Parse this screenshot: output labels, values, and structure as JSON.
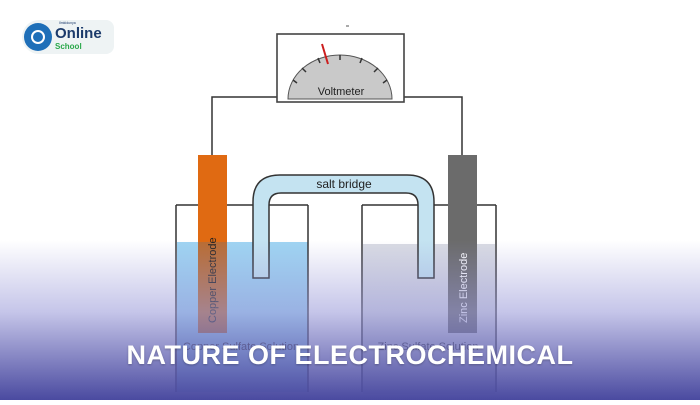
{
  "logo": {
    "tagline": "Ilmkidunya",
    "brand": "Online",
    "sub": "School"
  },
  "diagram": {
    "voltmeter_label": "Voltmeter",
    "salt_bridge_label": "salt bridge",
    "left_electrode_label": "Copper Electrode",
    "right_electrode_label": "Zinc Electrode",
    "left_solution_label": "Copper Sulfate Solution",
    "right_solution_label": "Zinc Sulfate Solution"
  },
  "colors": {
    "copper": "#e06a12",
    "zinc": "#6b6b6b",
    "copper_solution": "#9fd4f2",
    "zinc_solution": "#d9dbe3",
    "salt_bridge": "#c4e3f1",
    "needle": "#cc1e1e",
    "overlay": "#4a4aa0"
  },
  "banner": {
    "title": "NATURE OF ELECTROCHEMICAL"
  }
}
